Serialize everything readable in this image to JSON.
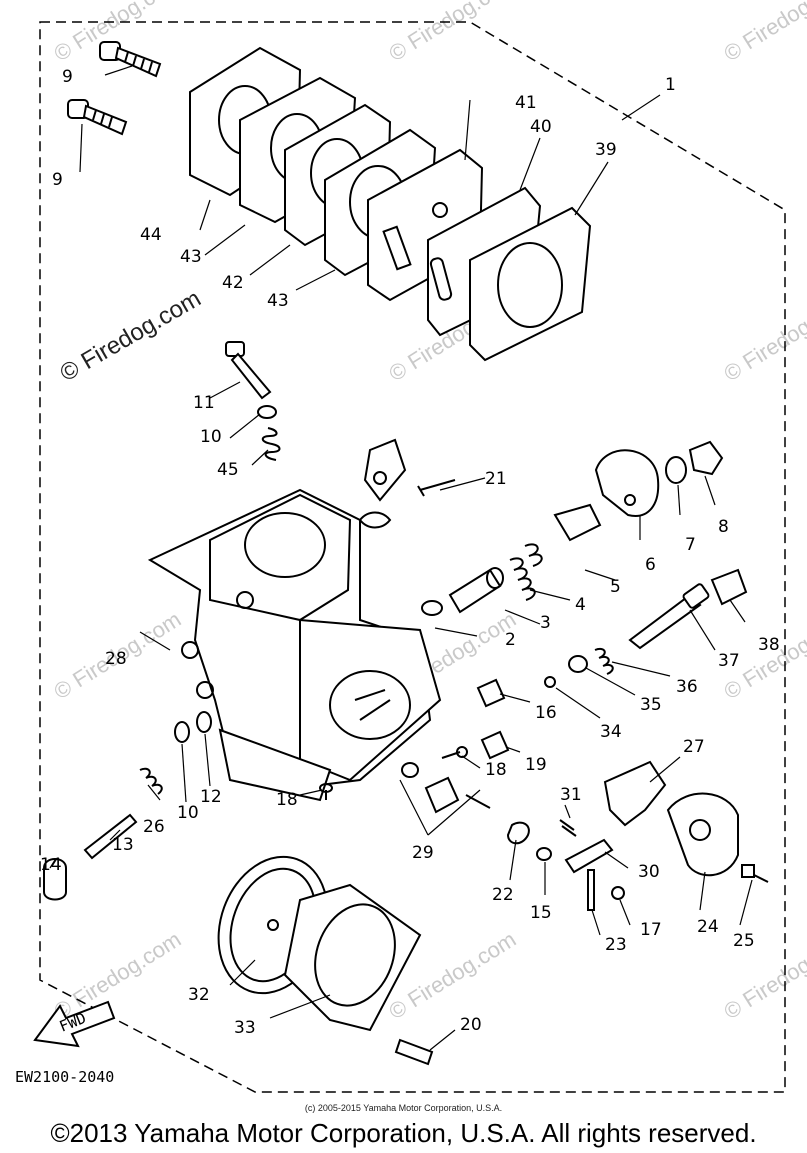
{
  "diagram": {
    "callouts": [
      "1",
      "2",
      "3",
      "4",
      "5",
      "6",
      "7",
      "8",
      "9",
      "9",
      "10",
      "10",
      "11",
      "12",
      "13",
      "14",
      "15",
      "16",
      "17",
      "18",
      "18",
      "19",
      "20",
      "21",
      "22",
      "23",
      "24",
      "25",
      "26",
      "27",
      "28",
      "29",
      "30",
      "31",
      "32",
      "33",
      "34",
      "35",
      "36",
      "37",
      "38",
      "39",
      "40",
      "41",
      "42",
      "43",
      "43",
      "44",
      "45"
    ],
    "ref_code": "EW2100-2040",
    "fwd_arrow_label": "FWD",
    "watermark": "© Firedog.com"
  },
  "footer": {
    "small_copyright": "(c) 2005-2015 Yamaha Motor Corporation, U.S.A.",
    "copyright": "©2013 Yamaha Motor Corporation, U.S.A. All rights reserved."
  }
}
